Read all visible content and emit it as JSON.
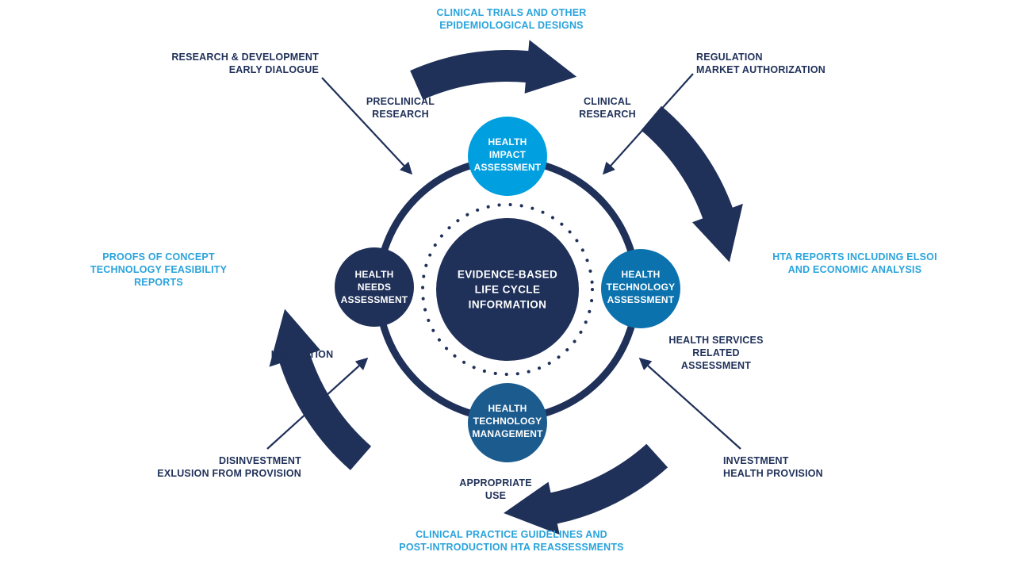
{
  "center": {
    "lines": [
      "EVIDENCE-BASED",
      "LIFE CYCLE",
      "INFORMATION"
    ]
  },
  "nodes": {
    "top": {
      "lines": [
        "HEALTH",
        "IMPACT",
        "ASSESSMENT"
      ]
    },
    "left": {
      "lines": [
        "HEALTH",
        "NEEDS",
        "ASSESSMENT"
      ]
    },
    "right": {
      "lines": [
        "HEALTH",
        "TECHNOLOGY",
        "ASSESSMENT"
      ]
    },
    "bottom": {
      "lines": [
        "HEALTH",
        "TECHNOLOGY",
        "MANAGEMENT"
      ]
    }
  },
  "stage_labels": {
    "preclinical": [
      "PRECLINICAL",
      "RESEARCH"
    ],
    "clinical": [
      "CLINICAL",
      "RESEARCH"
    ],
    "innovation": [
      "INNOVATION"
    ],
    "health_services": [
      "HEALTH SERVICES",
      "RELATED",
      "ASSESSMENT"
    ],
    "appropriate_use": [
      "APPROPRIATE",
      "USE"
    ]
  },
  "decision_labels": {
    "rnd": [
      "RESEARCH & DEVELOPMENT",
      "EARLY DIALOGUE"
    ],
    "regulation": [
      "REGULATION",
      "MARKET AUTHORIZATION"
    ],
    "disinvestment": [
      "DISINVESTMENT",
      "EXLUSION FROM PROVISION"
    ],
    "investment": [
      "INVESTMENT",
      "HEALTH PROVISION"
    ]
  },
  "evidence_labels": {
    "trials": [
      "CLINICAL TRIALS AND OTHER",
      "EPIDEMIOLOGICAL DESIGNS"
    ],
    "hta_reports": [
      "HTA REPORTS INCLUDING ELSOI",
      "AND ECONOMIC ANALYSIS"
    ],
    "guidelines": [
      "CLINICAL PRACTICE GUIDELINES AND",
      "POST-INTRODUCTION HTA REASSESSMENTS"
    ],
    "proofs": [
      "PROOFS OF CONCEPT",
      "TECHNOLOGY FEASIBILITY",
      "REPORTS"
    ]
  },
  "colors": {
    "navy": "#1f3059",
    "light_blue": "#009fe0",
    "mid_blue": "#0b72ae",
    "steel_blue": "#1c5b8e",
    "label_light": "#29a3dc"
  }
}
